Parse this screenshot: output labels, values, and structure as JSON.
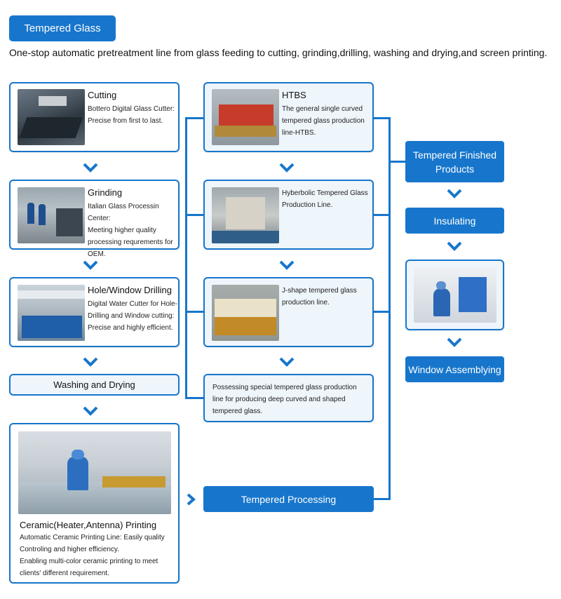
{
  "header": {
    "title": "Tempered Glass",
    "subtitle": "One-stop automatic pretreatment line from glass feeding to cutting, grinding,drilling, washing and drying,and screen printing."
  },
  "left_column": {
    "cutting": {
      "title": "Cutting",
      "desc": [
        "Bottero Digital Glass Cutter:",
        "Precise from first to last."
      ]
    },
    "grinding": {
      "title": "Grinding",
      "desc": [
        "Italian Glass Processin Center:",
        " Meeting higher quality",
        "processing requrements for",
        "OEM."
      ]
    },
    "drilling": {
      "title": "Hole/Window Drilling",
      "desc": [
        "Digital Water Cutter for Hole-",
        "Drilling and Window cutting:",
        "Precise and highly efficient."
      ]
    },
    "washing": {
      "title": "Washing and Drying"
    },
    "printing": {
      "title": "Ceramic(Heater,Antenna) Printing",
      "desc": [
        "Automatic Ceramic Printing Line: Easily quality",
        "Controling and higher efficiency.",
        "Enabling multi-color ceramic printing to meet",
        "clients' different requirement."
      ]
    }
  },
  "middle_column": {
    "htbs": {
      "title": "HTBS",
      "desc": [
        "The general single curved",
        "tempered glass production",
        "line-HTBS."
      ]
    },
    "hyperbolic": {
      "desc": [
        "Hyberbolic Tempered Glass",
        "Production Line."
      ]
    },
    "jshape": {
      "desc": [
        "J-shape tempered glass",
        "production line."
      ]
    },
    "special": {
      "desc": [
        "Possessing special tempered glass production",
        "line for producing deep curved and shaped",
        "tempered glass."
      ]
    },
    "tempered_processing": {
      "label": "Tempered Processing"
    }
  },
  "right_column": {
    "finished": {
      "label": [
        "Tempered Finished",
        "Products"
      ]
    },
    "insulating": {
      "label": "Insulating"
    },
    "window_assembly": {
      "label": "Window Assemblying"
    }
  },
  "colors": {
    "accent": "#1776cc",
    "light_fill": "#eef5fb"
  }
}
